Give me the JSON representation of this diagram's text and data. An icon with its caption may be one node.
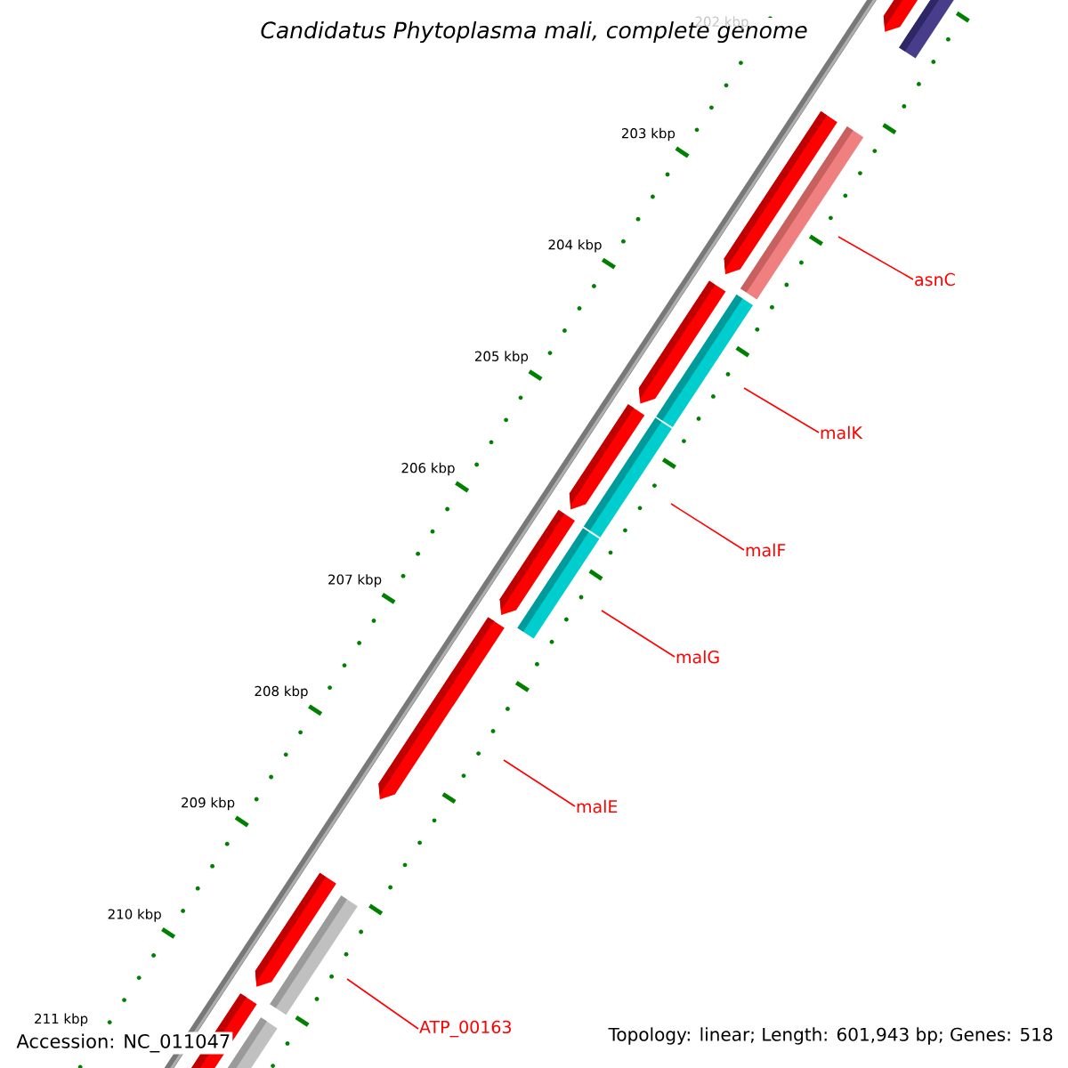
{
  "diagram": {
    "title": "Candidatus Phytoplasma mali, complete genome",
    "nodes": [
      {
        "text": [
          "asnC"
        ]
      },
      {
        "text": [
          "malK"
        ]
      },
      {
        "text": [
          "malF"
        ]
      },
      {
        "text": [
          "malG"
        ]
      },
      {
        "text": [
          "malE"
        ]
      },
      {
        "text": [
          "ATP_00163"
        ]
      }
    ],
    "edges": [
      {
        "from": 0,
        "to": null,
        "arrow": "none"
      },
      {
        "from": 1,
        "to": null,
        "arrow": "none"
      },
      {
        "from": 2,
        "to": null,
        "arrow": "none"
      },
      {
        "from": 3,
        "to": null,
        "arrow": "none"
      },
      {
        "from": 4,
        "to": null,
        "arrow": "none"
      },
      {
        "from": 5,
        "to": null,
        "arrow": "none"
      }
    ],
    "labels": [
      "202 kbp",
      "203 kbp",
      "204 kbp",
      "205 kbp",
      "206 kbp",
      "207 kbp",
      "208 kbp",
      "209 kbp",
      "210 kbp",
      "211 kbp",
      "Accession: NC_011047",
      "Topology: linear; Length: 601,943 bp; Genes: 518"
    ]
  }
}
